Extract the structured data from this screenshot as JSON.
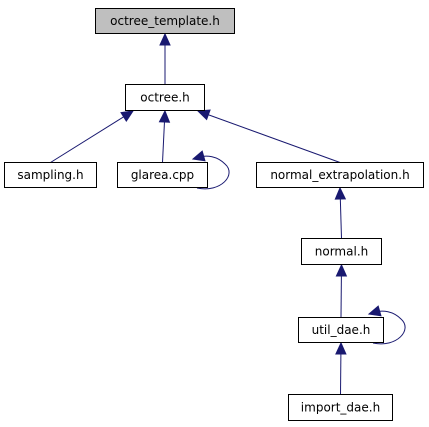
{
  "graph": {
    "edge_color": "#191970",
    "root_fill": "#bfbfbf",
    "nodes": [
      {
        "id": "octree_template",
        "label": "octree_template.h",
        "root": true
      },
      {
        "id": "octree",
        "label": "octree.h"
      },
      {
        "id": "sampling",
        "label": "sampling.h"
      },
      {
        "id": "glarea",
        "label": "glarea.cpp"
      },
      {
        "id": "normal_extrapolation",
        "label": "normal_extrapolation.h"
      },
      {
        "id": "normal",
        "label": "normal.h"
      },
      {
        "id": "util_dae",
        "label": "util_dae.h"
      },
      {
        "id": "import_dae",
        "label": "import_dae.h"
      }
    ],
    "edges": [
      {
        "from": "octree",
        "to": "octree_template"
      },
      {
        "from": "sampling",
        "to": "octree"
      },
      {
        "from": "glarea",
        "to": "octree"
      },
      {
        "from": "normal_extrapolation",
        "to": "octree"
      },
      {
        "from": "glarea",
        "to": "glarea"
      },
      {
        "from": "normal",
        "to": "normal_extrapolation"
      },
      {
        "from": "util_dae",
        "to": "normal"
      },
      {
        "from": "util_dae",
        "to": "util_dae"
      },
      {
        "from": "import_dae",
        "to": "util_dae"
      }
    ]
  }
}
